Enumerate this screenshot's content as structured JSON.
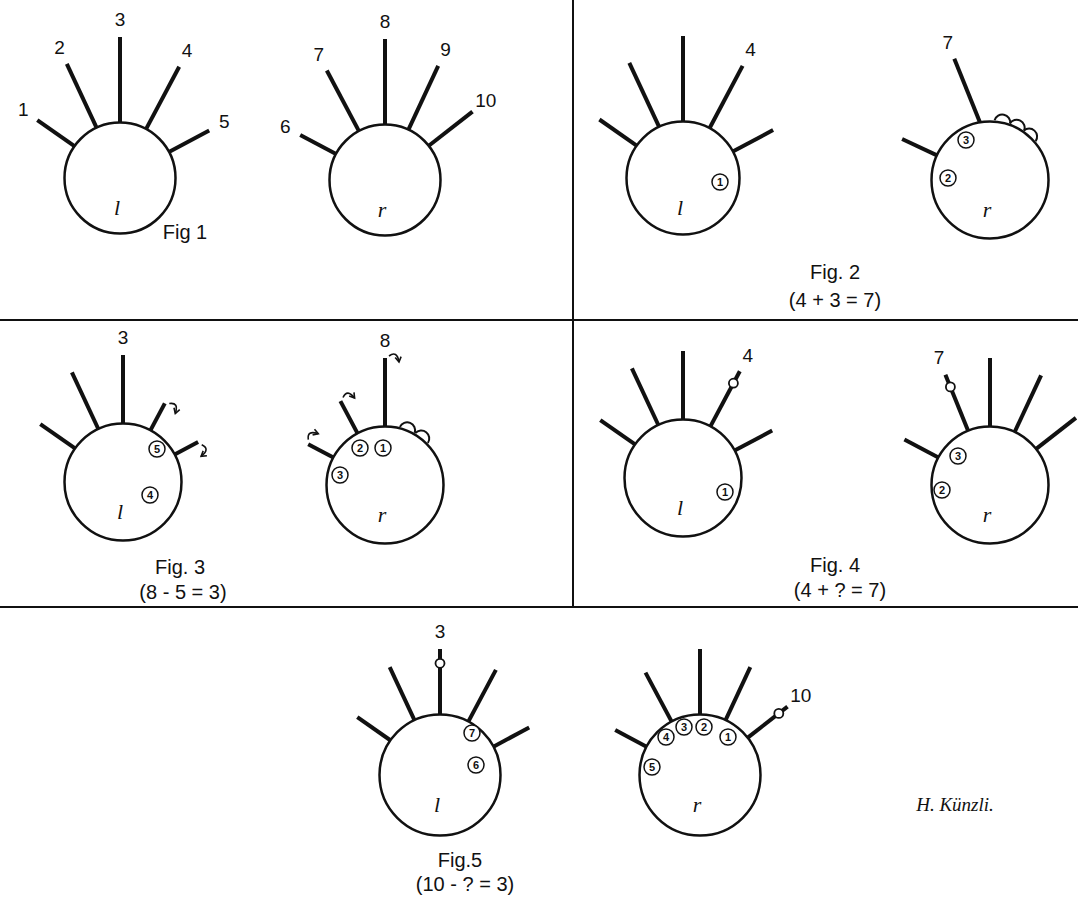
{
  "diagram": {
    "nodes": [
      {
        "text": [
          "l"
        ]
      },
      {
        "text": [
          "r"
        ]
      },
      {
        "text": [
          "l"
        ]
      },
      {
        "text": [
          "1"
        ],
        "in": 2
      },
      {
        "text": [
          "r"
        ]
      },
      {
        "text": [
          "3"
        ],
        "in": 4
      },
      {
        "text": [
          "2"
        ],
        "in": 4
      },
      {
        "text": [
          "l"
        ]
      },
      {
        "text": [
          "5"
        ],
        "in": 7
      },
      {
        "text": [
          "4"
        ],
        "in": 7
      },
      {
        "text": [
          "r"
        ]
      },
      {
        "text": [
          "2"
        ],
        "in": 10
      },
      {
        "text": [
          "1"
        ],
        "in": 10
      },
      {
        "text": [
          "3"
        ],
        "in": 10
      },
      {
        "text": [
          "l"
        ]
      },
      {
        "text": [
          "1"
        ],
        "in": 14
      },
      {
        "text": [
          "r"
        ]
      },
      {
        "text": [
          "3"
        ],
        "in": 16
      },
      {
        "text": [
          "2"
        ],
        "in": 16
      },
      {
        "text": [
          "l"
        ]
      },
      {
        "text": [
          "7"
        ],
        "in": 19
      },
      {
        "text": [
          "6"
        ],
        "in": 19
      },
      {
        "text": [
          "r"
        ]
      },
      {
        "text": [
          "4"
        ],
        "in": 22
      },
      {
        "text": [
          "3"
        ],
        "in": 22
      },
      {
        "text": [
          "2"
        ],
        "in": 22
      },
      {
        "text": [
          "1"
        ],
        "in": 22
      },
      {
        "text": [
          "5"
        ],
        "in": 22
      }
    ],
    "labels": [
      "1",
      "2",
      "3",
      "4",
      "5",
      "6",
      "7",
      "8",
      "9",
      "10",
      "Fig 1",
      "4",
      "7",
      "Fig. 2",
      "(4 + 3 = 7)",
      "3",
      "8",
      "Fig. 3",
      "(8 - 5 = 3)",
      "4",
      "7",
      "Fig. 4",
      "(4 + ? = 7)",
      "3",
      "10",
      "Fig.5",
      "(10 - ? = 3)",
      "H. Künzli."
    ]
  }
}
